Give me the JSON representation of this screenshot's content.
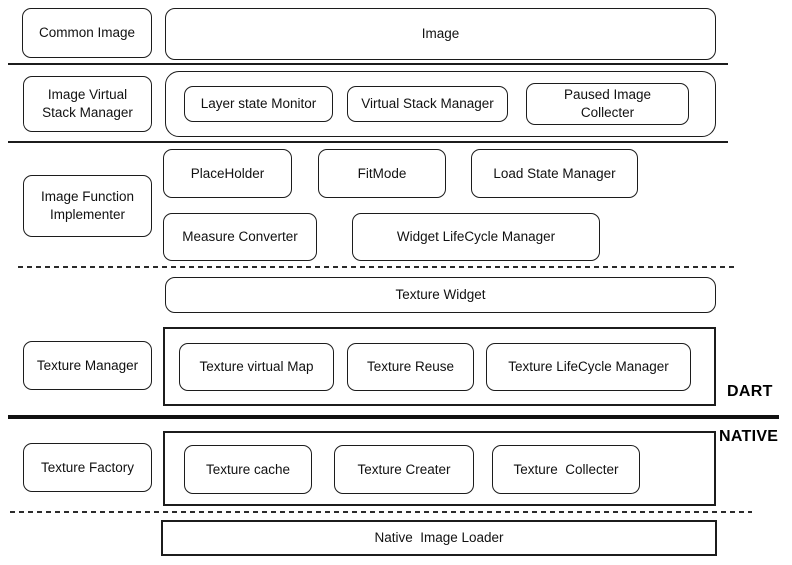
{
  "diagram": {
    "rows": {
      "common": {
        "left": "Common Image",
        "wide": "Image"
      },
      "virtual_stack": {
        "left": "Image Virtual\nStack Manager",
        "boxes": [
          "Layer state Monitor",
          "Virtual Stack Manager",
          "Paused Image\nCollecter"
        ]
      },
      "function_impl": {
        "left": "Image Function\nImplementer",
        "boxes_row1": [
          "PlaceHolder",
          "FitMode",
          "Load State Manager"
        ],
        "boxes_row2": [
          "Measure Converter",
          "Widget LifeCycle Manager"
        ]
      },
      "texture_widget": {
        "wide": "Texture Widget"
      },
      "texture_manager": {
        "left": "Texture Manager",
        "boxes": [
          "Texture virtual Map",
          "Texture Reuse",
          "Texture LifeCycle Manager"
        ]
      },
      "texture_factory": {
        "left": "Texture Factory",
        "boxes": [
          "Texture cache",
          "Texture Creater",
          "Texture  Collecter"
        ]
      },
      "native_loader": {
        "wide": "Native  Image Loader"
      }
    },
    "side_labels": {
      "dart": "DART",
      "native": "NATIVE"
    },
    "colors": {
      "stroke": "#1c1c1c",
      "background": "#ffffff",
      "text": "#111111"
    }
  }
}
